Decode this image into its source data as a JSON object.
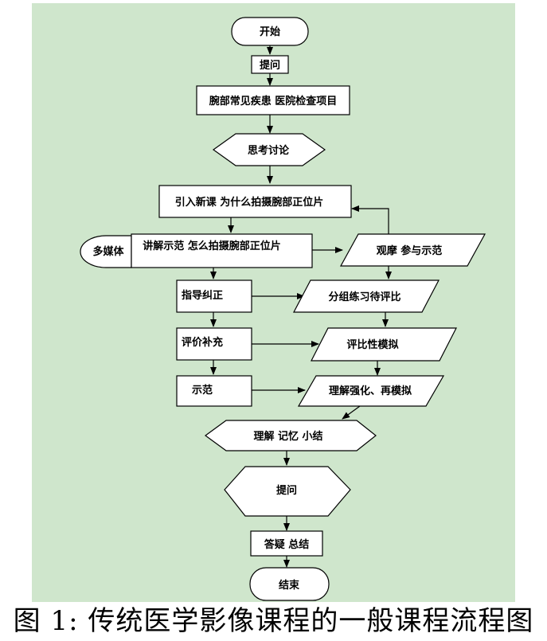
{
  "colors": {
    "background": "#cfe6cc",
    "node_fill": "#ffffff",
    "stroke": "#000000"
  },
  "nodes": {
    "start": "开始",
    "ask1": "提问",
    "common_diseases": "腕部常见疾患  医院检查项目",
    "think": "思考讨论",
    "intro": "引入新课 为什么拍摄腕部正位片",
    "multimedia": "多媒体",
    "explain": "讲解示范 怎么拍摄腕部正位片",
    "observe": "观摩 参与示范",
    "guide": "指导纠正",
    "group_practice": "分组练习待评比",
    "evaluate": "评价补充",
    "simulate": "评比性模拟",
    "demo": "示范",
    "reinforce": "理解强化、再模拟",
    "summary": "理解  记忆  小结",
    "ask2": "提问",
    "answer": "答疑 总结",
    "end": "结束"
  },
  "caption": "图 1:   传统医学影像课程的一般课程流程图"
}
